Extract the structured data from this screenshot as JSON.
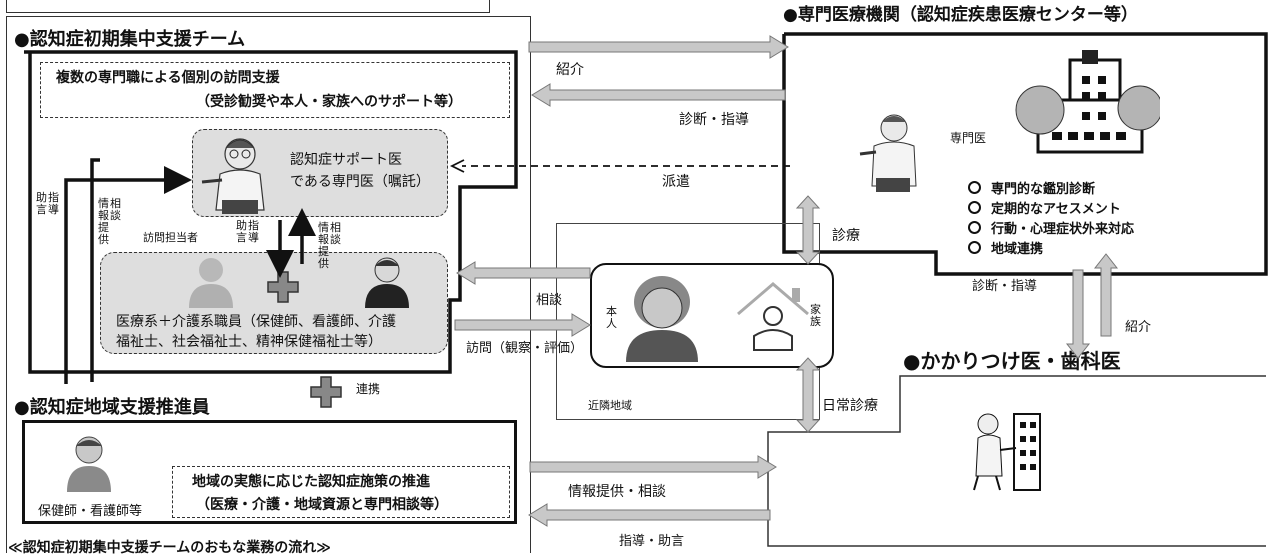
{
  "team": {
    "title": "●認知症初期集中支援チーム",
    "service_line1": "複数の専門職による個別の訪問支援",
    "service_line2": "（受診勧奨や本人・家族へのサポート等）",
    "doctor_line1": "認知症サポート医",
    "doctor_line2": "である専門医（嘱託）",
    "staff_line1": "医療系＋介護系職員（保健師、看護師、介護",
    "staff_line2": "福祉士、社会福祉士、精神保健福祉士等）",
    "visit_staff_label": "訪問担当者",
    "label_jogen_shido": "助言指導",
    "label_joho_sodan": "情報相談提供",
    "label_jogen_shido2": "助言指導",
    "label_joho_sodan2": "情報相談提供"
  },
  "promoter": {
    "title": "●認知症地域支援推進員",
    "person_label": "保健師・看護師等",
    "policy_line1": "地域の実態に応じた認知症施策の推進",
    "policy_line2": "（医療・介護・地域資源と専門相談等）",
    "coop_label": "連携"
  },
  "specialist": {
    "title": "●専門医療機関（認知症疾患医療センター等）",
    "doctor_label": "専門医",
    "items": [
      "専門的な鑑別診断",
      "定期的なアセスメント",
      "行動・心理症状外来対応",
      "地域連携"
    ]
  },
  "gp": {
    "title": "●かかりつけ医・歯科医"
  },
  "patient": {
    "self_label": "本人",
    "family_label": "家族",
    "area_label": "近隣地域"
  },
  "arrows": {
    "referral": "紹介",
    "diagnosis_guidance": "診断・指導",
    "dispatch": "派遣",
    "consultation": "相談",
    "visit": "訪問（観察・評価）",
    "treatment": "診療",
    "daily_treatment": "日常診療",
    "diagnosis_guidance2": "診断・指導",
    "referral2": "紹介",
    "info_consult": "情報提供・相談",
    "guidance_advice": "指導・助言"
  },
  "footer": {
    "caption": "≪認知症初期集中支援チームのおもな業務の流れ≫"
  }
}
